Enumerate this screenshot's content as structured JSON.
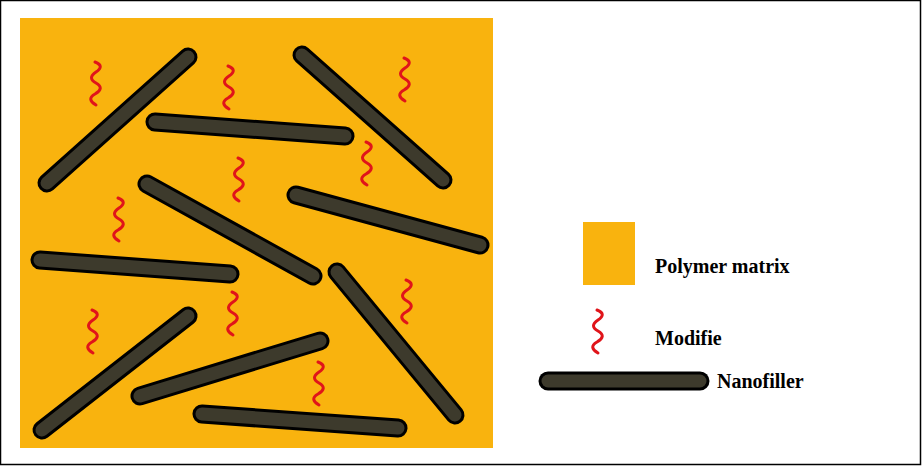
{
  "diagram": {
    "legend": [
      {
        "text": "Polymer matrix",
        "color": "#f9b30e"
      },
      {
        "text": "Modifie"
      },
      {
        "text": "Nanofiller"
      }
    ]
  }
}
